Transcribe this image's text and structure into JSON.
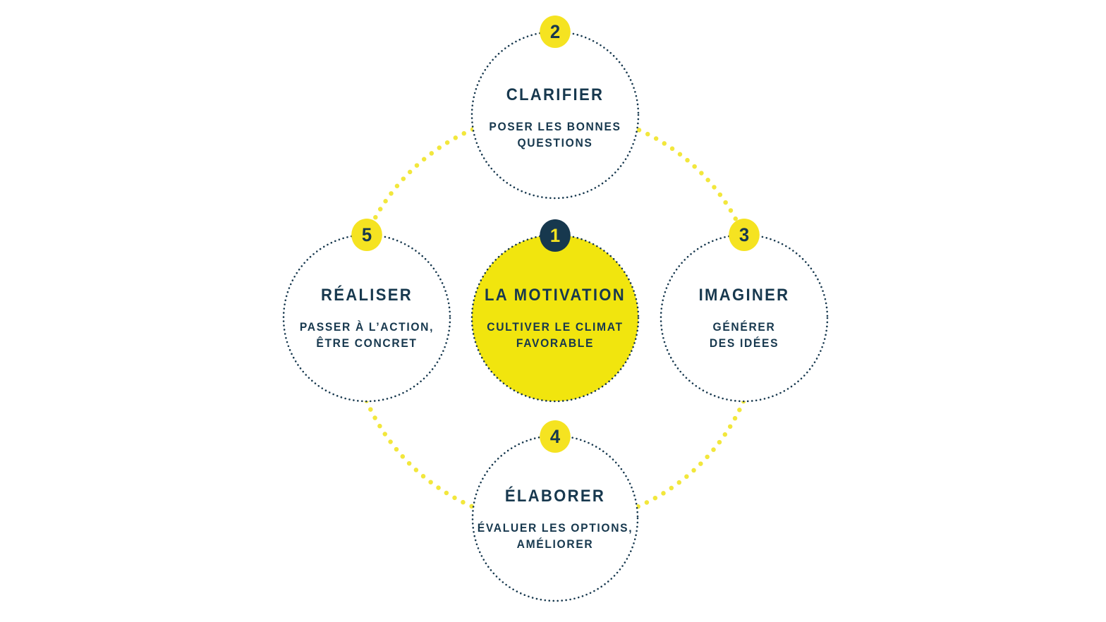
{
  "colors": {
    "navy": "#17384E",
    "yellow": "#F5E321",
    "center-fill": "#F1E50E",
    "ring-dot": "#F2E73C",
    "background": "#FFFFFF"
  },
  "diagram": {
    "center": {
      "number": "1",
      "title": "LA MOTIVATION",
      "subtitle": [
        "CULTIVER LE CLIMAT",
        "FAVORABLE"
      ]
    },
    "top": {
      "number": "2",
      "title": "CLARIFIER",
      "subtitle": [
        "POSER LES BONNES",
        "QUESTIONS"
      ]
    },
    "right": {
      "number": "3",
      "title": "IMAGINER",
      "subtitle": [
        "GÉNÉRER",
        "DES IDÉES"
      ]
    },
    "bottom": {
      "number": "4",
      "title": "ÉLABORER",
      "subtitle": [
        "ÉVALUER LES OPTIONS,",
        "AMÉLIORER"
      ]
    },
    "left": {
      "number": "5",
      "title": "RÉALISER",
      "subtitle": [
        "PASSER À L’ACTION,",
        "ÊTRE CONCRET"
      ]
    }
  }
}
